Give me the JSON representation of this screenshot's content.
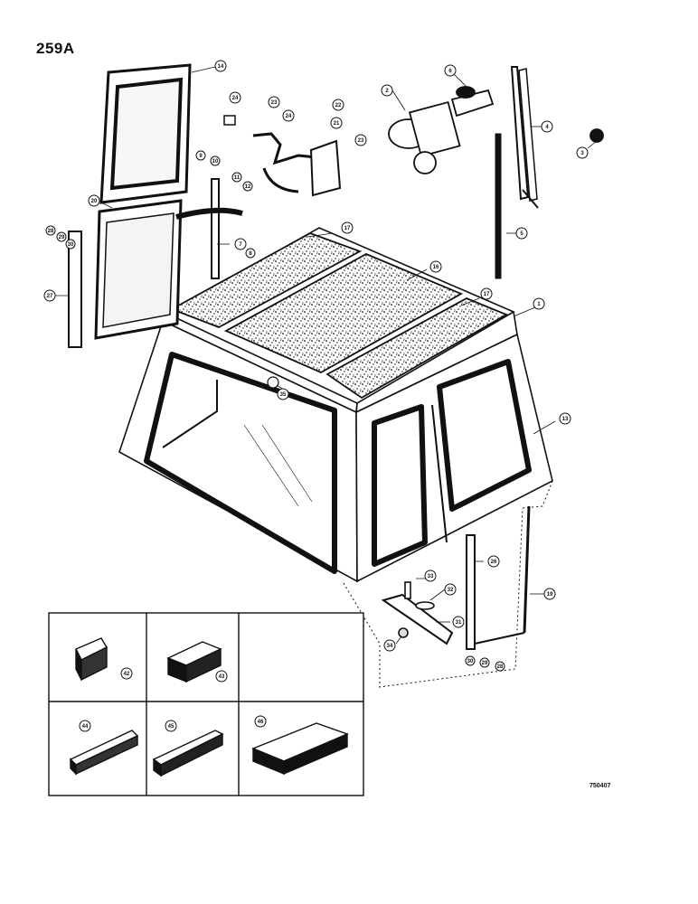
{
  "page_number": "259A",
  "drawing_code": "750407",
  "callouts": {
    "c1": "1",
    "c2": "2",
    "c3": "3",
    "c4": "4",
    "c5": "5",
    "c6": "6",
    "c7": "7",
    "c8": "8",
    "c9": "9",
    "c10": "10",
    "c11": "11",
    "c12": "12",
    "c13": "13",
    "c14": "14",
    "c16": "16",
    "c17a": "17",
    "c17b": "17",
    "c19": "19",
    "c20": "20",
    "c21": "21",
    "c22": "22",
    "c23a": "23",
    "c23b": "23",
    "c24a": "24",
    "c24b": "24",
    "c26": "26",
    "c27": "27",
    "c28a": "28",
    "c28b": "28",
    "c29a": "29",
    "c29b": "29",
    "c30a": "30",
    "c30b": "30",
    "c31": "31",
    "c32": "32",
    "c33": "33",
    "c34": "34",
    "c35": "35",
    "c42": "42",
    "c43": "43",
    "c44": "44",
    "c45": "45",
    "c46": "46"
  },
  "colors": {
    "ink": "#111111",
    "paper": "#ffffff",
    "glass": "#f4f4f4"
  }
}
